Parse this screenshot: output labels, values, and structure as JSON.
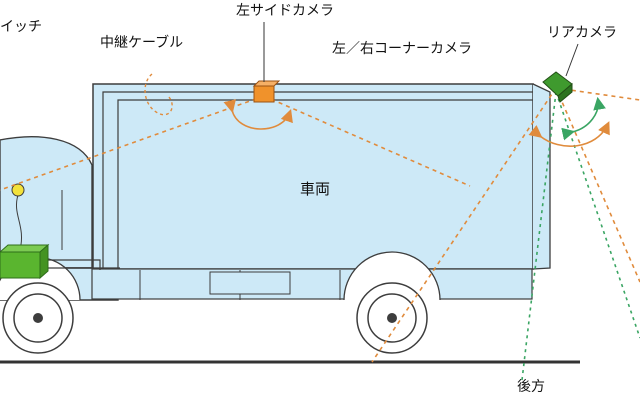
{
  "labels": {
    "switch_partial": "イッチ",
    "relay_cable": "中継ケーブル",
    "left_side_camera": "左サイドカメラ",
    "corner_camera": "左／右コーナーカメラ",
    "rear_camera": "リアカメラ",
    "vehicle": "車両",
    "rear_direction": "後方"
  },
  "colors": {
    "body_fill": "#cde9f7",
    "outline": "#3d3d3d",
    "sight_orange": "#e08b3c",
    "sight_green": "#3aa563",
    "camera_orange": "#f0922b",
    "camera_green": "#3f9a2e",
    "box_green": "#5ab52f",
    "lamp_yellow": "#f3e23b",
    "ground": "#333333"
  },
  "icons": {
    "left_side_camera": "orange-camera-icon",
    "corner_camera": "green-camera-icon",
    "rotation": "rotation-arrow-icon",
    "relay_box": "green-box-icon"
  }
}
